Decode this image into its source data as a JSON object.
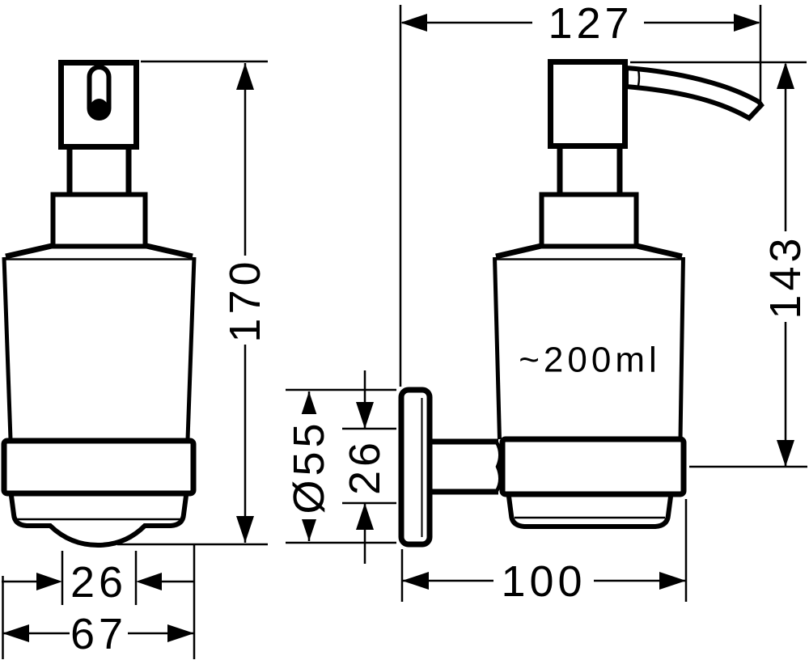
{
  "drawing": {
    "labels": {
      "capacity": "~200ml"
    },
    "dimensions": {
      "width_total": "127",
      "height_to_mount": "143",
      "height_total": "170",
      "plate_diameter": "Ø55",
      "mount_offset": "26",
      "base_inner_width": "26",
      "base_width": "67",
      "depth": "100"
    },
    "colors": {
      "line": "#000000",
      "background": "#ffffff"
    }
  }
}
